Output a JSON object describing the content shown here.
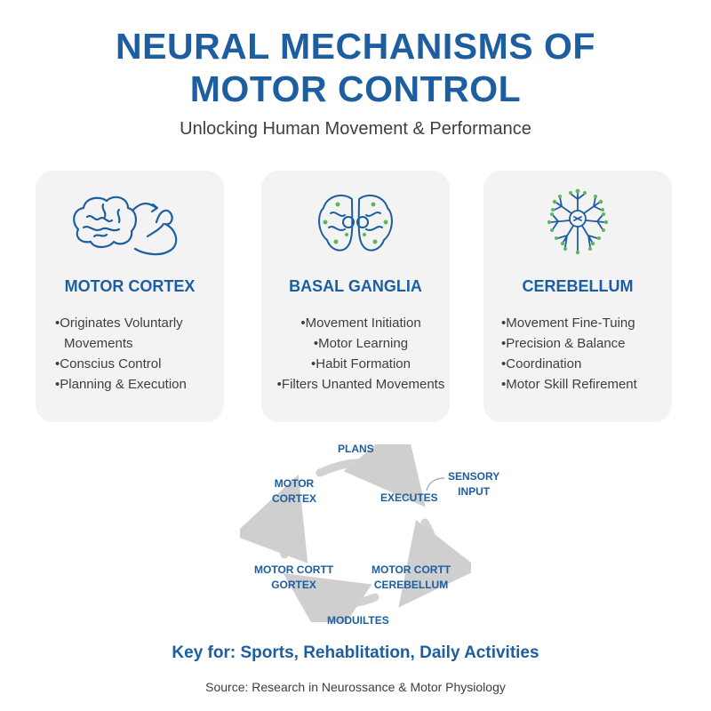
{
  "header": {
    "title_line1": "NEURAL MECHANISMS OF",
    "title_line2": "MOTOR CONTROL",
    "subtitle": "Unlocking Human Movement & Performance"
  },
  "cards": [
    {
      "icon": "brain-muscle-icon",
      "title": "MOTOR CORTEX",
      "items": [
        "Originates Voluntarly",
        "Movements",
        "Conscius Control",
        "Planning & Execution"
      ]
    },
    {
      "icon": "basal-ganglia-icon",
      "title": "BASAL GANGLIA",
      "items": [
        "Movement Initiation",
        "Motor Learning",
        "Habit Formation",
        "Filters Unanted Movements"
      ]
    },
    {
      "icon": "cerebellum-neuron-icon",
      "title": "CEREBELLUM",
      "items": [
        "Movement Fine-Tuing",
        "Precision & Balance",
        "Coordination",
        "Motor Skill Refirement"
      ]
    }
  ],
  "cycle": {
    "plans": "PLANS",
    "motor_cortex_l1": "MOTOR",
    "motor_cortex_l2": "CORTEX",
    "executes": "EXECUTES",
    "sensory_l1": "SENSORY",
    "sensory_l2": "INPUT",
    "bottom_left_l1": "MOTOR CORTT",
    "bottom_left_l2": "GORTEX",
    "bottom_right_l1": "MOTOR CORTT",
    "bottom_right_l2": "CEREBELLUM",
    "modulates": "MODUILTES"
  },
  "colors": {
    "accent": "#1d5ea0",
    "icon_green": "#5cb85c",
    "card_bg": "#f3f3f3",
    "arrow": "#cfcfcf"
  },
  "footer": {
    "key": "Key for: Sports, Rehablitation, Daily Activities",
    "source": "Source: Research in Neurossance & Motor Physiology"
  }
}
